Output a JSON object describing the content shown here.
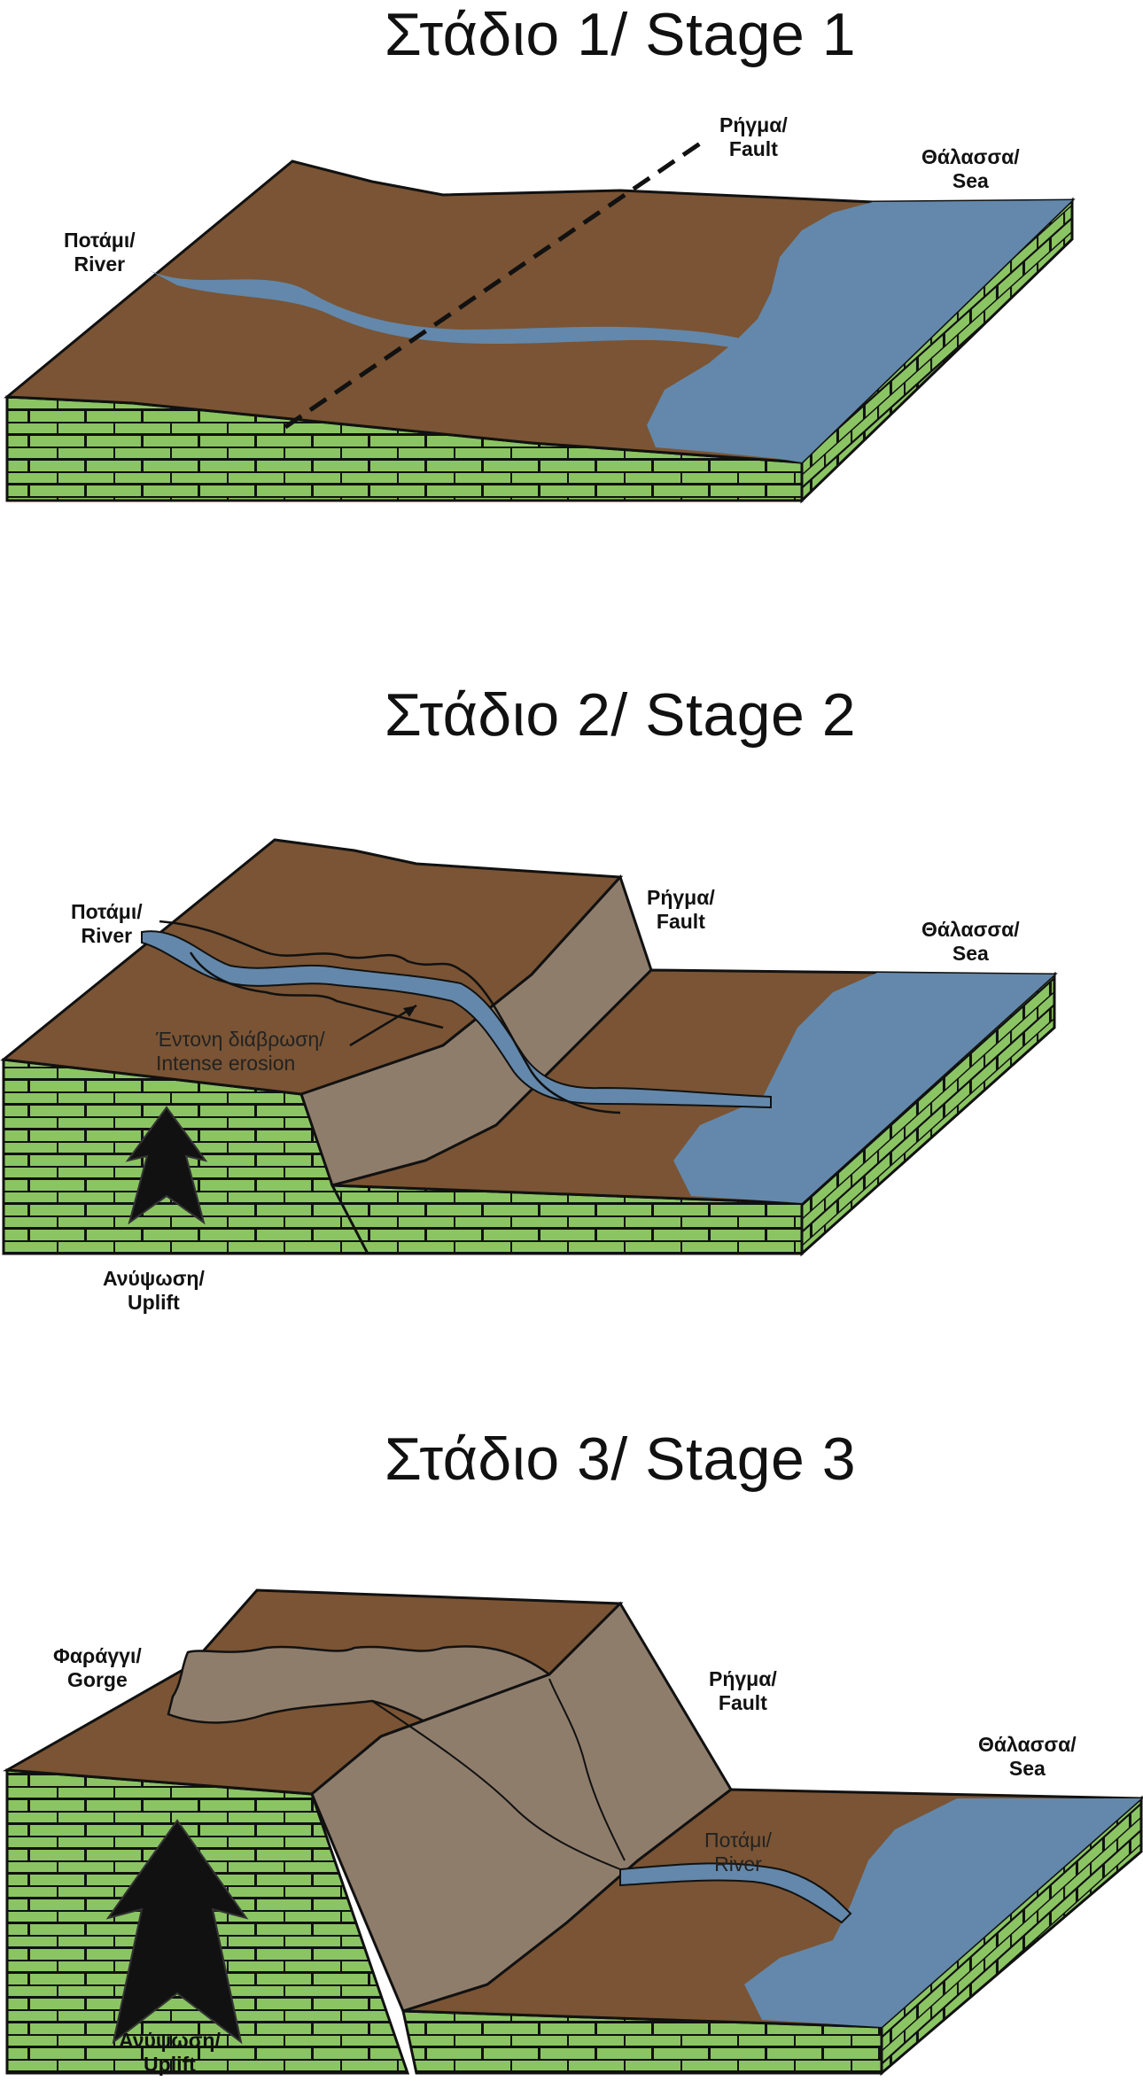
{
  "stages": [
    {
      "title": "Στάδιο 1/ Stage 1",
      "labels": {
        "river": [
          "Ποτάμι/",
          "River"
        ],
        "fault": [
          "Ρήγμα/",
          "Fault"
        ],
        "sea": [
          "Θάλασσα/",
          "Sea"
        ]
      }
    },
    {
      "title": "Στάδιο 2/ Stage 2",
      "labels": {
        "river": [
          "Ποτάμι/",
          "River"
        ],
        "fault": [
          "Ρήγμα/",
          "Fault"
        ],
        "sea": [
          "Θάλασσα/",
          "Sea"
        ],
        "erosion": [
          "Έντονη διάβρωση/",
          "Intense erosion"
        ],
        "uplift": [
          "Ανύψωση/",
          "Uplift"
        ]
      }
    },
    {
      "title": "Στάδιο 3/ Stage 3",
      "labels": {
        "gorge": [
          "Φαράγγι/",
          "Gorge"
        ],
        "fault": [
          "Ρήγμα/",
          "Fault"
        ],
        "sea": [
          "Θάλασσα/",
          "Sea"
        ],
        "river": [
          "Ποτάμι/",
          "River"
        ],
        "uplift": [
          "Ανύψωση/",
          "Uplift"
        ]
      }
    }
  ],
  "colors": {
    "land": "#7a5434",
    "water": "#6388ab",
    "rock": "#8bc563",
    "scarp": "#8f7d6c",
    "outline": "#111111"
  }
}
